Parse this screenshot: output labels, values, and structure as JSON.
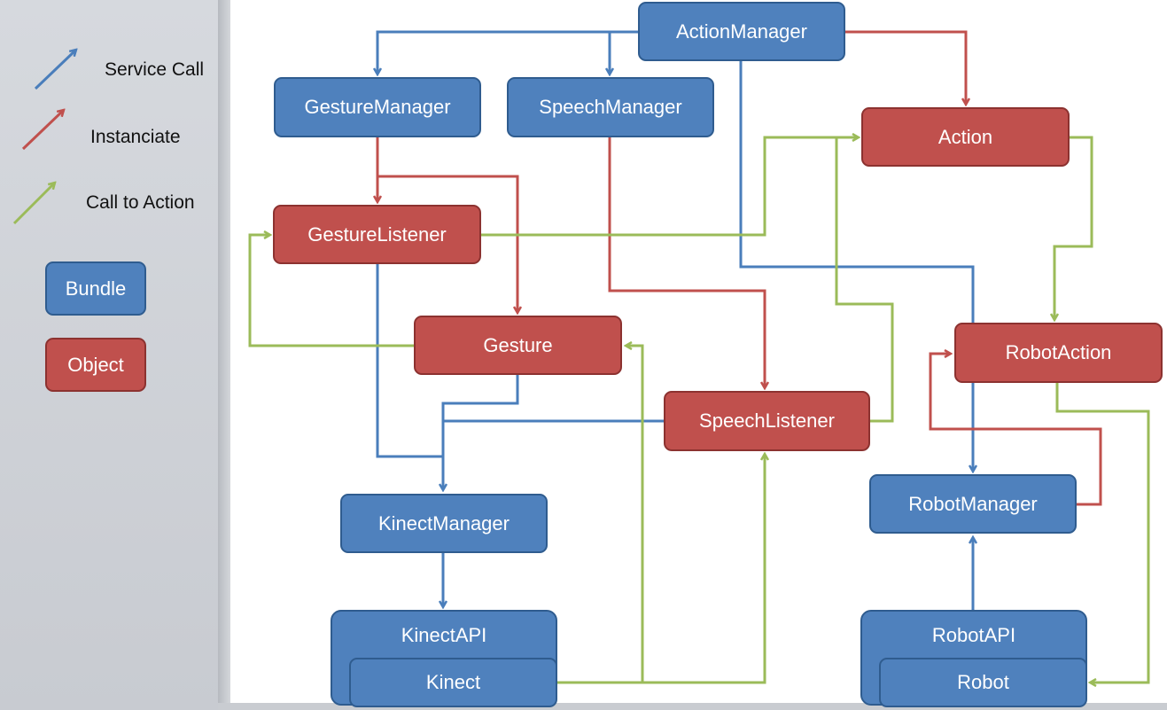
{
  "legend": {
    "service_call": "Service Call",
    "instanciate": "Instanciate",
    "call_to_action": "Call to Action",
    "bundle": "Bundle",
    "object": "Object"
  },
  "nodes": {
    "action_manager": "ActionManager",
    "gesture_manager": "GestureManager",
    "speech_manager": "SpeechManager",
    "action": "Action",
    "gesture_listener": "GestureListener",
    "gesture": "Gesture",
    "speech_listener": "SpeechListener",
    "robot_action": "RobotAction",
    "kinect_manager": "KinectManager",
    "robot_manager": "RobotManager",
    "kinect_api": "KinectAPI",
    "kinect": "Kinect",
    "robot_api": "RobotAPI",
    "robot": "Robot"
  },
  "colors": {
    "service_call": "#4a7ebb",
    "instanciate": "#c0504d",
    "call_to_action": "#9bbb59",
    "bundle_fill": "#4f81bd",
    "object_fill": "#c0504d"
  }
}
